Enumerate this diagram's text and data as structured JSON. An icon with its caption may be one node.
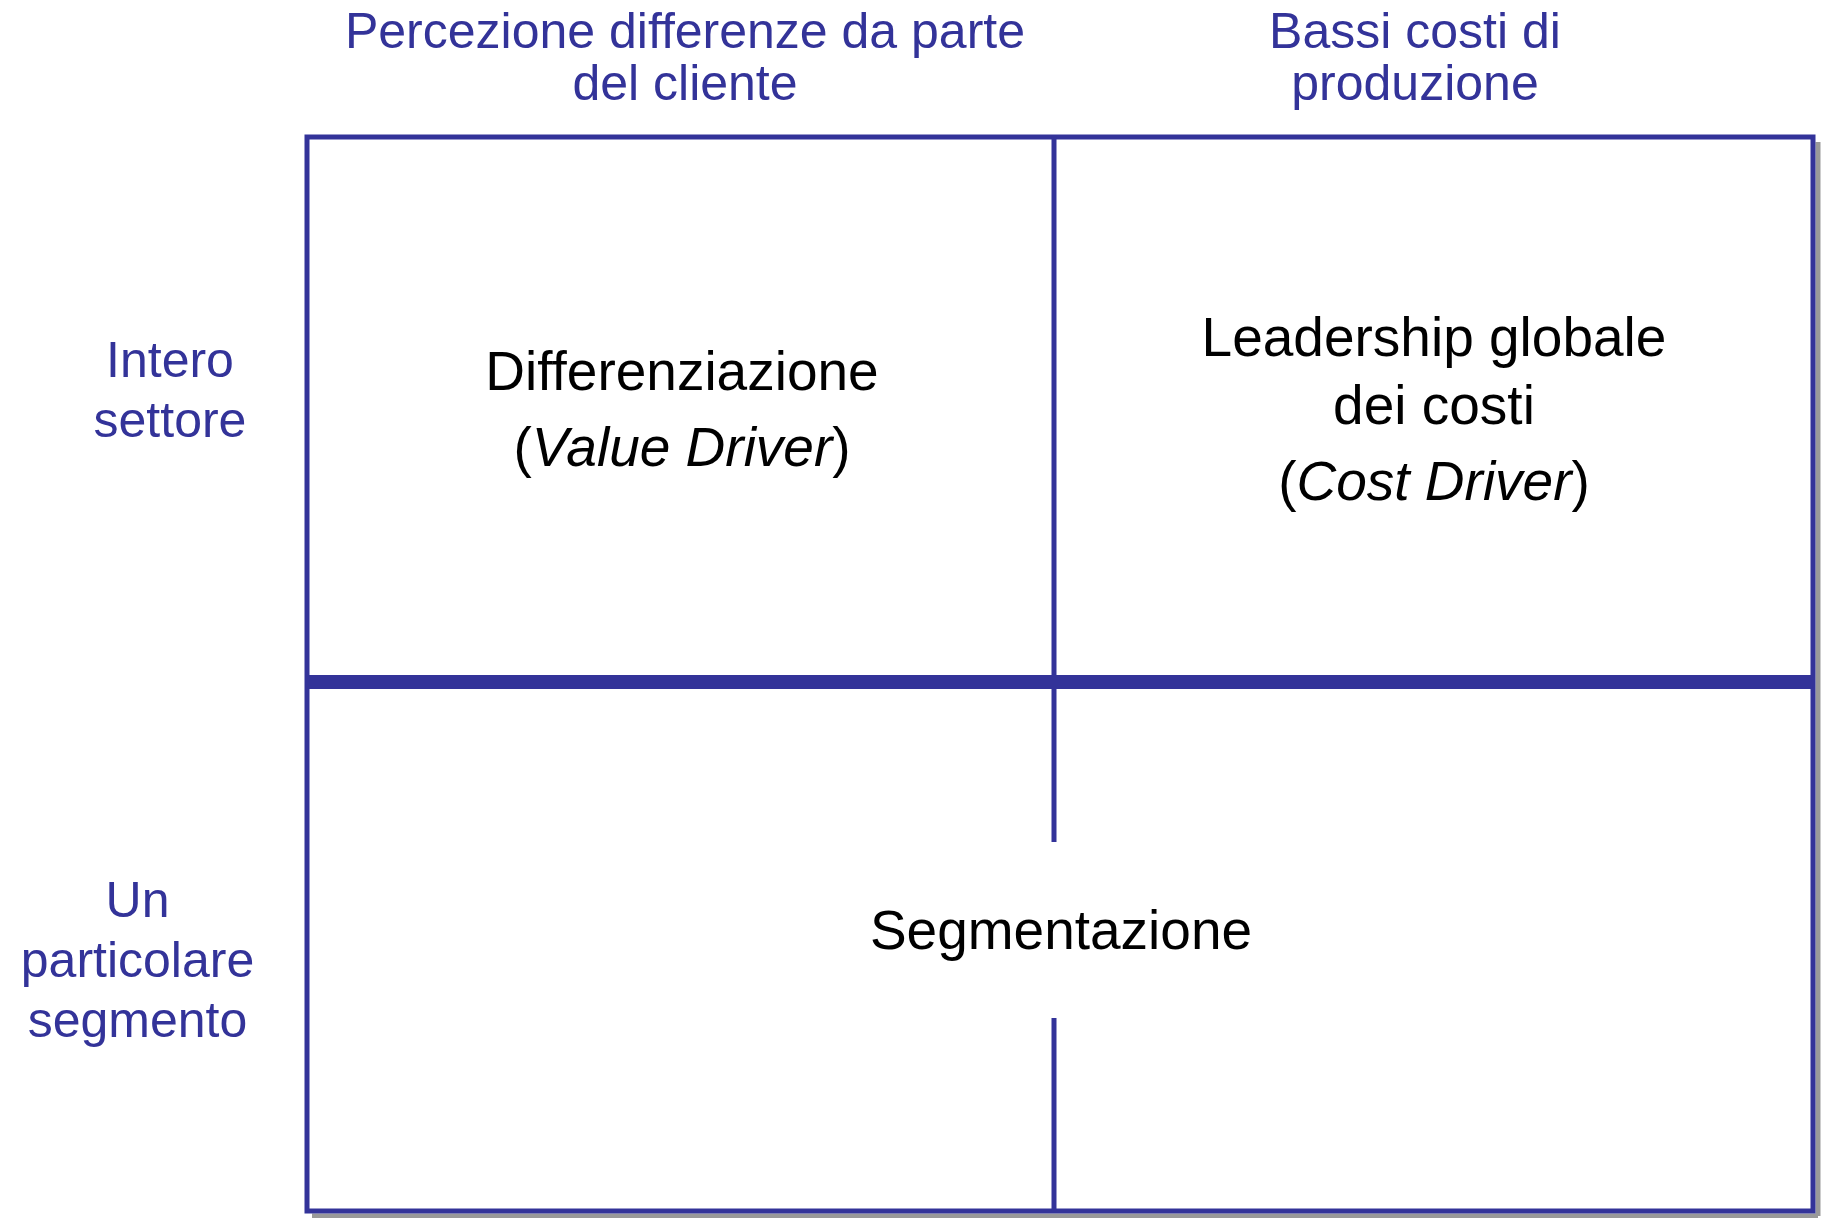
{
  "diagram": {
    "nodes": [
      {
        "text": [
          "Differenziazione",
          "(*Value Driver*)"
        ]
      },
      {
        "text": [
          "Leadership globale dei costi",
          "(*Cost Driver*)"
        ]
      },
      {
        "text": [
          "Segmentazione"
        ]
      }
    ],
    "labels": [
      "Percezione differenze da parte del cliente",
      "Bassi costi di produzione",
      "Intero settore",
      "Un particolare segmento"
    ]
  }
}
